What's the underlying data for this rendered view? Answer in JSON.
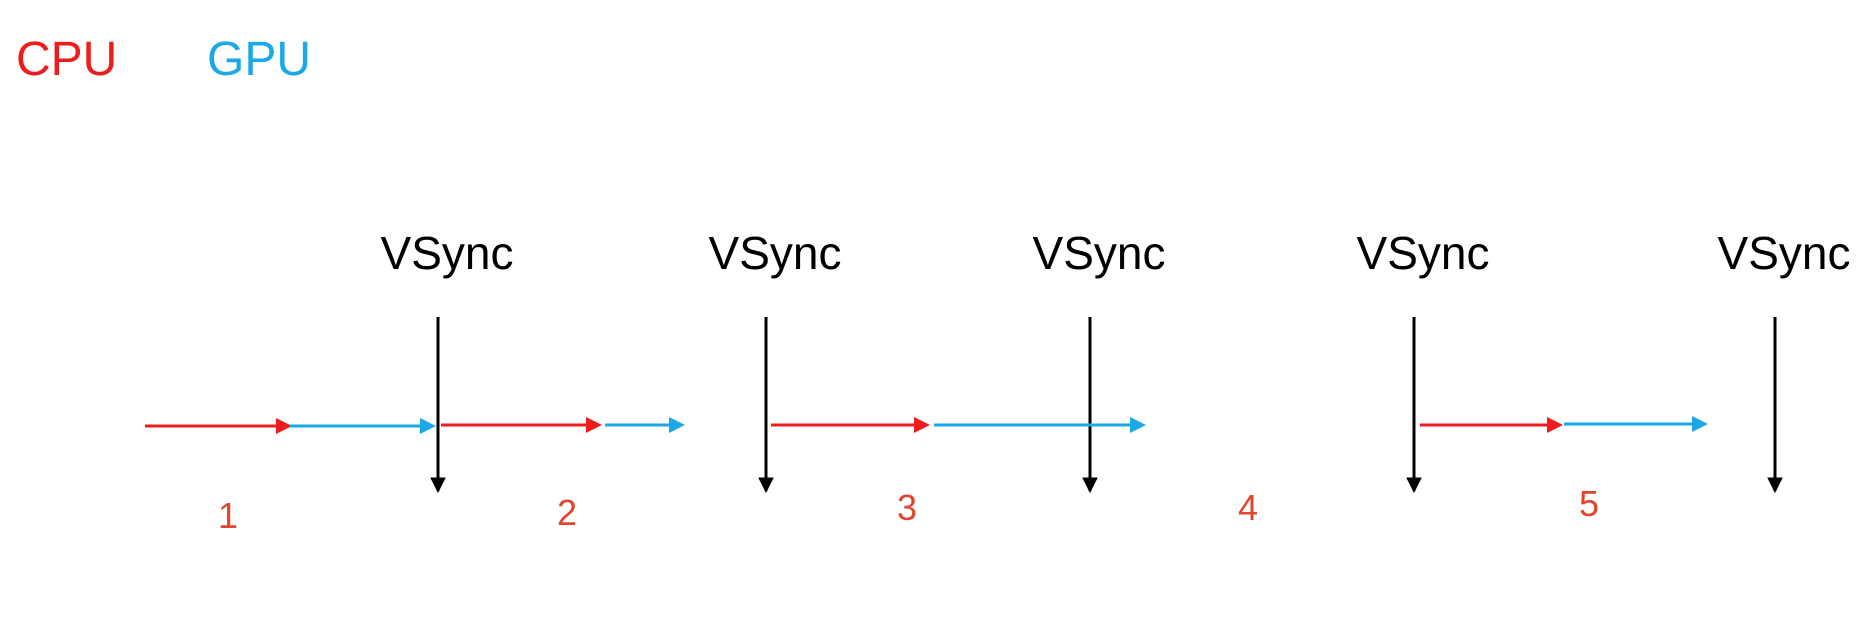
{
  "legend": {
    "cpu_label": "CPU",
    "gpu_label": "GPU"
  },
  "colors": {
    "cpu": "#ee1c1c",
    "gpu": "#1aa9e6",
    "vsync": "#000000",
    "frame_number": "#e0452e"
  },
  "vsync_label": "VSync",
  "frame_numbers": [
    "1",
    "2",
    "3",
    "4",
    "5"
  ]
}
